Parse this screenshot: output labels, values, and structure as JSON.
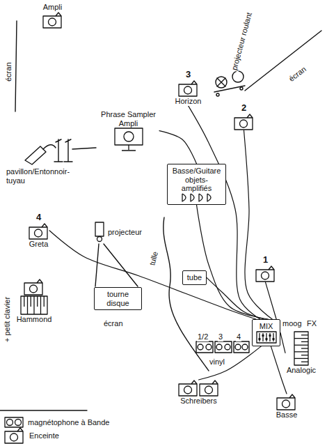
{
  "diagram": {
    "nodes": [
      {
        "text": [
          "Ampli"
        ]
      },
      {
        "text": [
          "3",
          "Horizon"
        ]
      },
      {
        "text": [
          "2"
        ]
      },
      {
        "text": [
          "Phrase Sampler Ampli"
        ]
      },
      {
        "text": [
          "Basse/Guitare objets-amplifiés"
        ]
      },
      {
        "text": [
          "4",
          "Greta"
        ]
      },
      {
        "text": [
          "projecteur"
        ]
      },
      {
        "text": [
          "tourne disque"
        ]
      },
      {
        "text": [
          "tube"
        ]
      },
      {
        "text": [
          "1"
        ]
      },
      {
        "text": [
          "MIX"
        ]
      },
      {
        "text": [
          "Hammond"
        ]
      },
      {
        "text": [
          "Schreibers"
        ]
      },
      {
        "text": [
          "Analogic"
        ]
      },
      {
        "text": [
          "Basse"
        ]
      }
    ],
    "edges": [
      {
        "from": 1,
        "to": 10,
        "arrow": "none"
      },
      {
        "from": 2,
        "to": 10,
        "arrow": "none"
      },
      {
        "from": 3,
        "to": 4,
        "arrow": "none"
      },
      {
        "from": 4,
        "to": 10,
        "arrow": "none"
      },
      {
        "from": 5,
        "to": 10,
        "arrow": "none"
      },
      {
        "from": 8,
        "to": 10,
        "arrow": "none"
      },
      {
        "from": 9,
        "to": 10,
        "arrow": "none"
      },
      {
        "from": 12,
        "to": 10,
        "arrow": "none"
      },
      {
        "from": 13,
        "to": 10,
        "arrow": "none"
      },
      {
        "from": 14,
        "to": 10,
        "arrow": "none"
      }
    ],
    "labels": [
      "écran",
      "écran",
      "projecteur roulant",
      "pavillon/Entonnoir-tuyau",
      "tulle",
      "écran",
      "1/2",
      "3",
      "4",
      "vinyl",
      "+ petit clavier",
      "moog",
      "FX"
    ],
    "legend": [
      {
        "text": "magnétophone à Bande"
      },
      {
        "text": "Enceinte"
      }
    ]
  }
}
